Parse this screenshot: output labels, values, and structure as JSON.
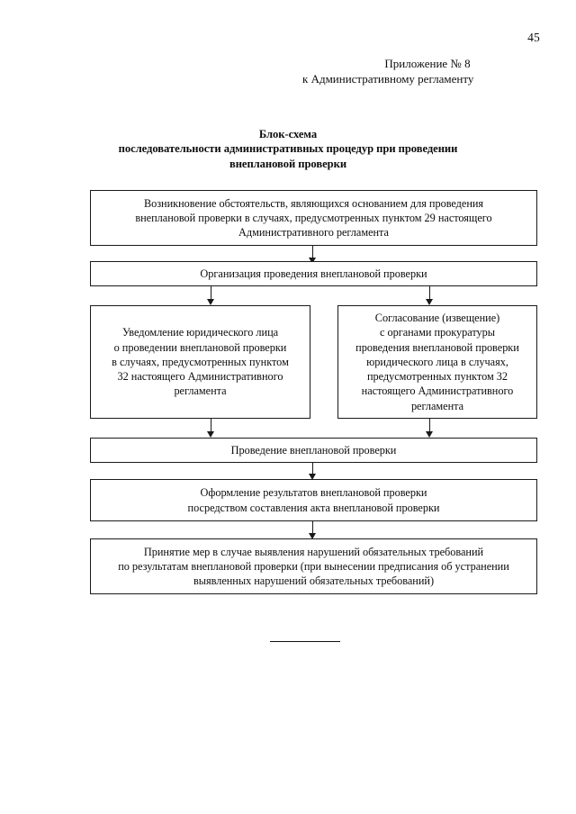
{
  "document": {
    "page_number": "45",
    "appendix": {
      "line_1": "Приложение № 8",
      "line_2": "к Административному регламенту"
    },
    "title": {
      "line_1": "Блок-схема",
      "line_2": "последовательности административных процедур при проведении",
      "line_3": "внеплановой проверки"
    }
  },
  "flowchart": {
    "type": "flowchart",
    "orientation": "top-down",
    "nodes": [
      {
        "id": "node-1",
        "name": "grounds-for-unscheduled-inspection",
        "text": "Возникновение обстоятельств, являющихся основанием для проведения внеплановой проверки в случаях, предусмотренных пунктом 29 настоящего Административного регламента",
        "lines": [
          "Возникновение обстоятельств, являющихся основанием для проведения",
          "внеплановой проверки в случаях, предусмотренных пунктом 29 настоящего",
          "Административного регламента"
        ]
      },
      {
        "id": "node-2",
        "name": "organization-of-inspection",
        "text": "Организация проведения внеплановой проверки",
        "lines": [
          "Организация проведения внеплановой проверки"
        ]
      },
      {
        "id": "node-3-left",
        "name": "notification-of-legal-entity",
        "text": "Уведомление юридического лица о проведении внеплановой проверки в случаях, предусмотренных пунктом 32 настоящего Административного регламента",
        "lines": [
          "Уведомление юридического лица",
          "о проведении внеплановой проверки",
          "в случаях, предусмотренных пунктом",
          "32 настоящего Административного",
          "регламента"
        ]
      },
      {
        "id": "node-3-right",
        "name": "approval-with-prosecution-authorities",
        "text": "Согласование (извещение) с органами прокуратуры проведения внеплановой проверки юридического лица в случаях, предусмотренных пунктом 32 настоящего Административного регламента",
        "lines": [
          "Согласование (извещение)",
          "с органами прокуратуры",
          "проведения внеплановой проверки",
          "юридического лица в случаях,",
          "предусмотренных пунктом 32",
          "настоящего Административного",
          "регламента"
        ]
      },
      {
        "id": "node-4",
        "name": "conducting-unscheduled-inspection",
        "text": "Проведение внеплановой проверки",
        "lines": [
          "Проведение внеплановой проверки"
        ]
      },
      {
        "id": "node-5",
        "name": "documenting-inspection-results",
        "text": "Оформление результатов внеплановой проверки посредством составления акта внеплановой проверки",
        "lines": [
          "Оформление результатов внеплановой проверки",
          "посредством составления акта внеплановой проверки"
        ]
      },
      {
        "id": "node-6",
        "name": "measures-upon-violations",
        "text": "Принятие мер в случае выявления нарушений обязательных требований по результатам внеплановой проверки (при вынесении предписания об устранении выявленных нарушений обязательных требований)",
        "lines": [
          "Принятие мер в случае выявления нарушений обязательных требований",
          "по результатам внеплановой проверки (при вынесении предписания об устранении",
          "выявленных нарушений обязательных требований)"
        ]
      }
    ],
    "edges": [
      {
        "from": "node-1",
        "to": "node-2"
      },
      {
        "from": "node-2",
        "to": "node-3-left"
      },
      {
        "from": "node-2",
        "to": "node-3-right"
      },
      {
        "from": "node-3-left",
        "to": "node-4"
      },
      {
        "from": "node-3-right",
        "to": "node-4"
      },
      {
        "from": "node-4",
        "to": "node-5"
      },
      {
        "from": "node-5",
        "to": "node-6"
      }
    ]
  },
  "colors": {
    "text": "#0d0d0d",
    "border": "#1a1a1a",
    "background": "#ffffff"
  }
}
